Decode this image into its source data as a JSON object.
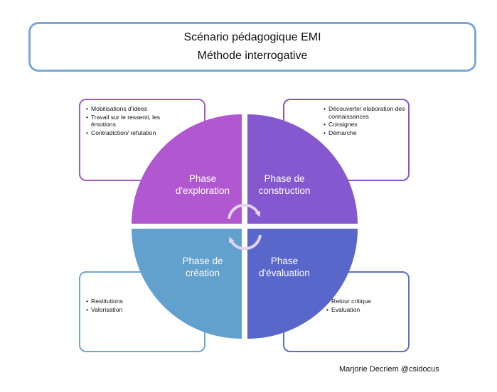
{
  "title": {
    "line1": "Scénario pédagogique EMI",
    "line2": "Méthode interrogative"
  },
  "quadrants": [
    {
      "id": "exploration",
      "line1": "Phase",
      "line2": "d'exploration",
      "color": "#b157cf"
    },
    {
      "id": "construction",
      "line1": "Phase de",
      "line2": "construction",
      "color": "#8558d0"
    },
    {
      "id": "creation",
      "line1": "Phase de",
      "line2": "création",
      "color": "#62a0cd"
    },
    {
      "id": "evaluation",
      "line1": "Phase",
      "line2": "d'évaluation",
      "color": "#5867c9"
    }
  ],
  "boxes": {
    "top_left": [
      "Mobilisations d'idées",
      "Travail sur le ressenti, les émotions",
      "Contradiction/ refutation"
    ],
    "top_right": [
      "Découverte/ elaboration des connaissances",
      "Consignes",
      "Démarche"
    ],
    "bottom_left": [
      "Restitutions",
      "Valorisation"
    ],
    "bottom_right": [
      "Retour critique",
      "Evaluation"
    ]
  },
  "credit": "Marjorie Decriem @csidocus"
}
